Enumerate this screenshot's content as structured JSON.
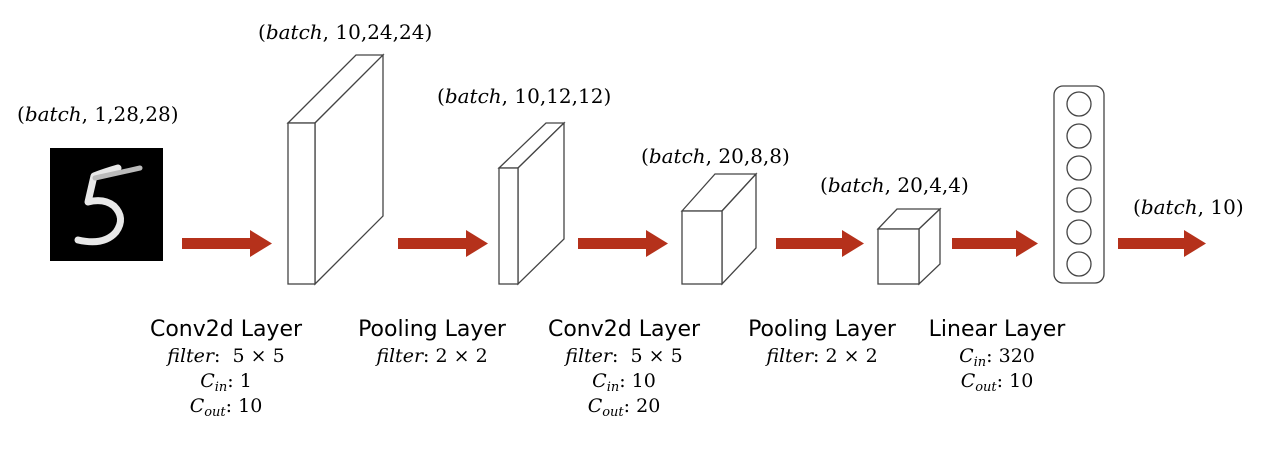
{
  "input": {
    "shape_var": "batch",
    "shape_rest": ", 1,28,28",
    "digit": "5"
  },
  "shapes": [
    {
      "var": "batch",
      "rest": ", 10,24,24"
    },
    {
      "var": "batch",
      "rest": ", 10,12,12"
    },
    {
      "var": "batch",
      "rest": ", 20,8,8"
    },
    {
      "var": "batch",
      "rest": ", 20,4,4"
    },
    {
      "var": "batch",
      "rest": ", 10"
    }
  ],
  "layers": [
    {
      "name": "Conv2d Layer",
      "filter_label": "filter",
      "filter_value": "5 × 5",
      "cin_label": "C",
      "cin_sub": "in",
      "cin_value": "1",
      "cout_label": "C",
      "cout_sub": "out",
      "cout_value": "10"
    },
    {
      "name": "Pooling Layer",
      "filter_label": "filter",
      "filter_value": "2 × 2"
    },
    {
      "name": "Conv2d Layer",
      "filter_label": "filter",
      "filter_value": "5 × 5",
      "cin_label": "C",
      "cin_sub": "in",
      "cin_value": "10",
      "cout_label": "C",
      "cout_sub": "out",
      "cout_value": "20"
    },
    {
      "name": "Pooling Layer",
      "filter_label": "filter",
      "filter_value": "2 × 2"
    },
    {
      "name": "Linear Layer",
      "cin_label": "C",
      "cin_sub": "in",
      "cin_value": "320",
      "cout_label": "C",
      "cout_sub": "out",
      "cout_value": "10"
    }
  ],
  "colors": {
    "arrow": "#b5311b",
    "box_stroke": "#444444",
    "input_bg": "#000000",
    "digit": "#ffffff"
  },
  "icons": {
    "input": "mnist-digit-image",
    "arrow": "right-arrow-icon",
    "neuron": "neuron-node-icon"
  },
  "linear_neuron_count": 6
}
